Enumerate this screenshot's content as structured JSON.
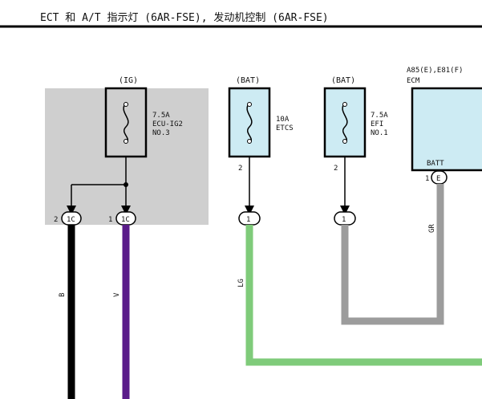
{
  "header": {
    "title": "ECT 和 A/T 指示灯 (6AR-FSE), 发动机控制 (6AR-FSE)"
  },
  "fuses": [
    {
      "supply": "(IG)",
      "rating": "7.5A",
      "name1": "ECU-IG2",
      "name2": "NO.3"
    },
    {
      "supply": "(BAT)",
      "rating": "10A",
      "name1": "ETCS",
      "name2": "",
      "pin": "2"
    },
    {
      "supply": "(BAT)",
      "rating": "7.5A",
      "name1": "EFI",
      "name2": "NO.1",
      "pin": "2"
    }
  ],
  "ecm": {
    "ref": "A85(E),E81(F)",
    "name": "ECM",
    "pin_label": "BATT",
    "pin_num": "1",
    "conn": "E"
  },
  "connectors": [
    {
      "num": "2",
      "code": "1C"
    },
    {
      "num": "1",
      "code": "1C"
    },
    {
      "num": "",
      "code": "1"
    },
    {
      "num": "",
      "code": "1"
    }
  ],
  "wires": [
    {
      "color_code": "B",
      "color": "#000000"
    },
    {
      "color_code": "V",
      "color": "#5a1c8a"
    },
    {
      "color_code": "LG",
      "color": "#7fcb7a"
    },
    {
      "color_code": "GR",
      "color": "#9c9c9c"
    }
  ],
  "colors": {
    "ig_box": "#cfcfcf",
    "fuse_fill": "#cdebf3",
    "ecm_fill": "#cdebf3"
  }
}
